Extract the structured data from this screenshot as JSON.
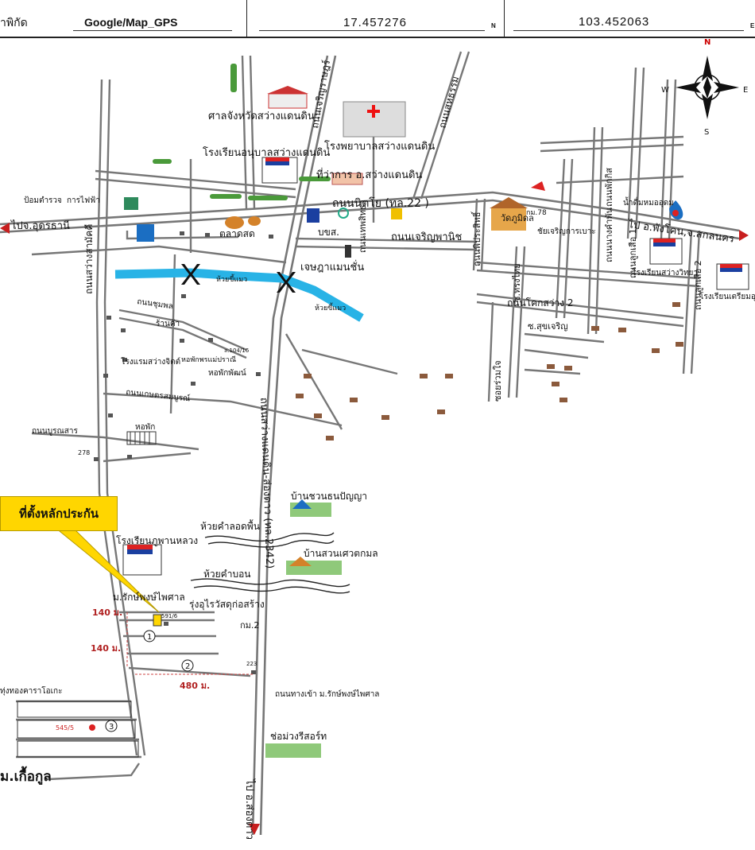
{
  "header": {
    "coord_label": "าพิกัด",
    "source": "Google/Map_GPS",
    "latitude": "17.457276",
    "lat_suffix": "N",
    "longitude": "103.452063",
    "lon_suffix": "E"
  },
  "compass": {
    "n": "N",
    "s": "S",
    "e": "E",
    "w": "W"
  },
  "callout": "ที่ตั้งหลักประกัน",
  "roads": {
    "nittayo": "ถนนนิตโย (ทล.22 )",
    "to_udon": "ไปจ.อุดรธานี",
    "to_phang_khon": "ไป อ.พังโคน,จ.สกลนคร",
    "sawang_song_dao": "ถนนสว่างแดนดิน-ส่องดาว (ทล.2342)",
    "to_song_dao": "ไป อ.ส่องดาว",
    "charoen_nit": "ถนนเจริญพานิช",
    "charoen_rat": "ถนนเจริญราษฎร์",
    "sahatham": "ถนนสหธรรม",
    "sawang_samakkhi": "ถนนสว่างสามัคคี",
    "chumphon": "ถนนชุมพล",
    "kaset": "ถนนเกษตรสมบูรณ์",
    "buransan": "ถนนบูรณสาร",
    "prasit": "ถนนพิประสิทธิ์",
    "thepsittha": "ถนนเทพสิทธา",
    "khok_sawang": "ถนนโคกสว่าง 2",
    "chaloem": "ถนนลูกเสือ 1",
    "chaloem2": "ถนนลูกเสือ 2",
    "dokbua": "ถนนนางคำพัน",
    "phakkhanem": "ถนนพักกิส",
    "soi_thongchai": "ซ.ทรงไทย",
    "soi_sukcharoen": "ซ.สุขเจริญ",
    "soi_ruamjai": "ซอยร่วมใจ",
    "entrance": "ถนนทางเข้า ม.รักษ์พงษ์ไพศาล"
  },
  "places": {
    "court": "ศาลจังหวัดสว่างแดนดิน",
    "hospital": "โรงพยาบาลสว่างแดนดิน",
    "kindergarten": "โรงเรียนอนุบาลสว่างแดนดิน",
    "district_office": "ที่ว่าการ อ.สว่างแดนดิน",
    "police": "ป้อมตำรวจ",
    "electric": "การไฟฟ้า",
    "market": "ตลาดสด",
    "bks": "บขส.",
    "mansion": "เจษฎาแมนชั่น",
    "creek_maeo": "ห้วยขี้แมว",
    "creek_maeo2": "ห้วยขี้แมว",
    "shop": "ร้านค้า",
    "hotel": "โรงแรมสว่างจิตต์",
    "dormitory_suk": "หอพักพรแม่ปราณี",
    "dormitory_phat": "หอพักพัฒน์",
    "house_no": "ล.104/16",
    "dorm": "หอพัก",
    "wat": "วัดภูมิดล",
    "km78": "กม.78",
    "store_beer": "ชัยเจริญการเบาะ",
    "water_plant": "น้ำดื่มหมออุดม",
    "school_wittaya": "โรงเรียนสว่างวิทยา",
    "school_triam": "โรงเรียนเตรียมอุดม",
    "village_chuan": "บ้านชวนธนปัญญา",
    "village_suan": "บ้านสวนเศวตกมล",
    "creek_khamlod": "ห้วยคำลอดพื้น",
    "creek_khambon": "ห้วยคำบอน",
    "school_phupan": "โรงเรียนภูพานหลวง",
    "moo_rak": "ม.รักษ์พงษ์ไพศาล",
    "rung_urai": "รุ่งอุไรวัสดุก่อสร้าง",
    "km2": "กม.2",
    "house_591": "591/6",
    "house_223": "223",
    "house_278": "278",
    "house_545": "545/5",
    "karaoke": "ทุ่งทองคาราโอเกะ",
    "moo_kueakun": "ม.เกื้อกูล",
    "resort": "ช่อม่วงรีสอร์ท"
  },
  "markers": {
    "one": "1",
    "two": "2",
    "three": "3"
  },
  "distances": {
    "d1": "140 ม.",
    "d2": "140 ม.",
    "d3": "480 ม."
  },
  "colors": {
    "road": "#7a7a7a",
    "creek": "#28b3e6",
    "callout": "#ffd600",
    "distance": "#b02020",
    "highway_arrow": "#c81e1e",
    "house": "#8b5a3c"
  }
}
